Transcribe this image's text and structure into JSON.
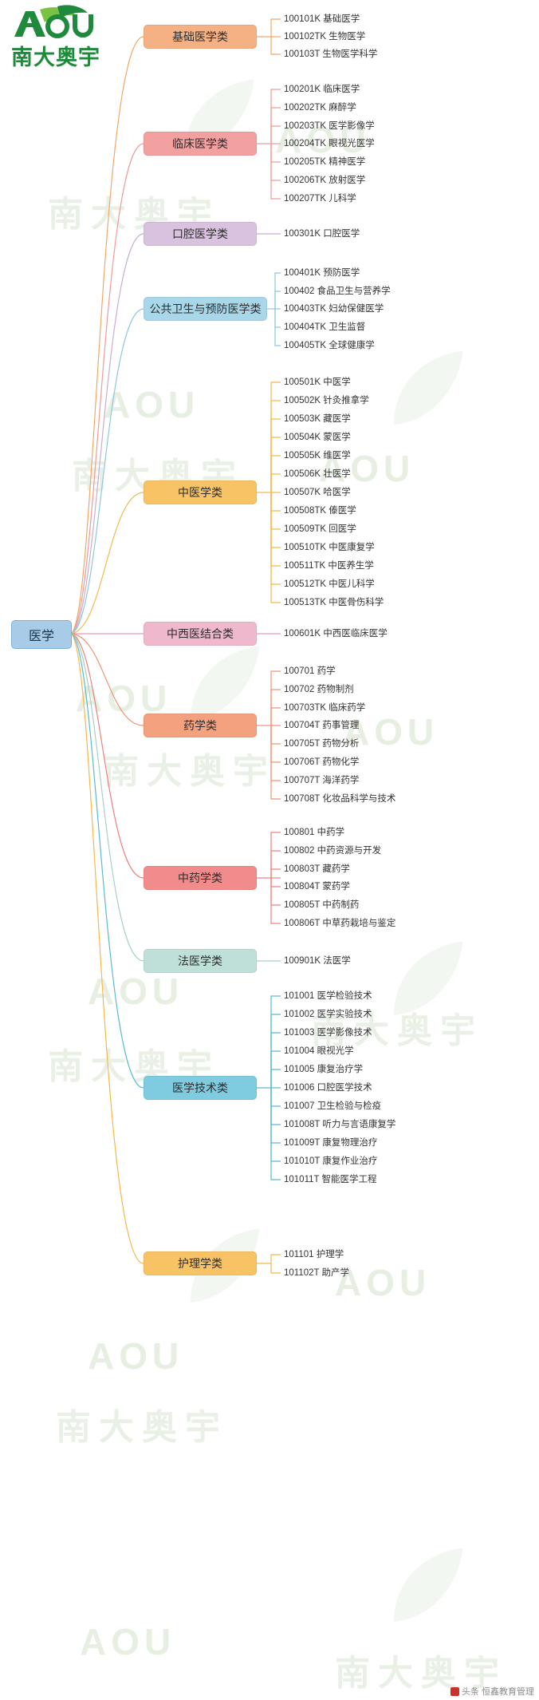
{
  "logo": {
    "latin": "AOU",
    "chinese": "南大奥宇"
  },
  "watermark": {
    "latin": "AOU",
    "chinese": "南大奥宇"
  },
  "footer": {
    "text": "头条 恒鑫教育管理"
  },
  "root": {
    "label": "医学"
  },
  "categories": [
    {
      "label": "基础医学类",
      "color": "#f5b183",
      "items": [
        "100101K 基础医学",
        "100102TK 生物医学",
        "100103T 生物医学科学"
      ]
    },
    {
      "label": "临床医学类",
      "color": "#f2a0a0",
      "items": [
        "100201K 临床医学",
        "100202TK 麻醉学",
        "100203TK 医学影像学",
        "100204TK 眼视光医学",
        "100205TK 精神医学",
        "100206TK 放射医学",
        "100207TK 儿科学"
      ]
    },
    {
      "label": "口腔医学类",
      "color": "#d9c2e0",
      "items": [
        "100301K 口腔医学"
      ]
    },
    {
      "label": "公共卫生与预防医学类",
      "color": "#a9d7ea",
      "items": [
        "100401K 预防医学",
        "100402 食品卫生与营养学",
        "100403TK 妇幼保健医学",
        "100404TK 卫生监督",
        "100405TK 全球健康学"
      ]
    },
    {
      "label": "中医学类",
      "color": "#f7c365",
      "items": [
        "100501K 中医学",
        "100502K 针灸推拿学",
        "100503K 藏医学",
        "100504K 蒙医学",
        "100505K 维医学",
        "100506K 壮医学",
        "100507K 哈医学",
        "100508TK 傣医学",
        "100509TK 回医学",
        "100510TK 中医康复学",
        "100511TK 中医养生学",
        "100512TK 中医儿科学",
        "100513TK 中医骨伤科学"
      ]
    },
    {
      "label": "中西医结合类",
      "color": "#f0b8cd",
      "items": [
        "100601K 中西医临床医学"
      ]
    },
    {
      "label": "药学类",
      "color": "#f3a17e",
      "items": [
        "100701 药学",
        "100702 药物制剂",
        "100703TK 临床药学",
        "100704T 药事管理",
        "100705T 药物分析",
        "100706T 药物化学",
        "100707T 海洋药学",
        "100708T 化妆品科学与技术"
      ]
    },
    {
      "label": "中药学类",
      "color": "#f28b8b",
      "items": [
        "100801 中药学",
        "100802 中药资源与开发",
        "100803T 藏药学",
        "100804T 蒙药学",
        "100805T 中药制药",
        "100806T 中草药栽培与鉴定"
      ]
    },
    {
      "label": "法医学类",
      "color": "#bfe0d8",
      "items": [
        "100901K 法医学"
      ]
    },
    {
      "label": "医学技术类",
      "color": "#7fcbe0",
      "items": [
        "101001 医学检验技术",
        "101002 医学实验技术",
        "101003 医学影像技术",
        "101004 眼视光学",
        "101005 康复治疗学",
        "101006 口腔医学技术",
        "101007 卫生检验与检疫",
        "101008T 听力与言语康复学",
        "101009T 康复物理治疗",
        "101010T 康复作业治疗",
        "101011T 智能医学工程"
      ]
    },
    {
      "label": "护理学类",
      "color": "#f7c365",
      "items": [
        "101101 护理学",
        "101102T 助产学"
      ]
    }
  ]
}
